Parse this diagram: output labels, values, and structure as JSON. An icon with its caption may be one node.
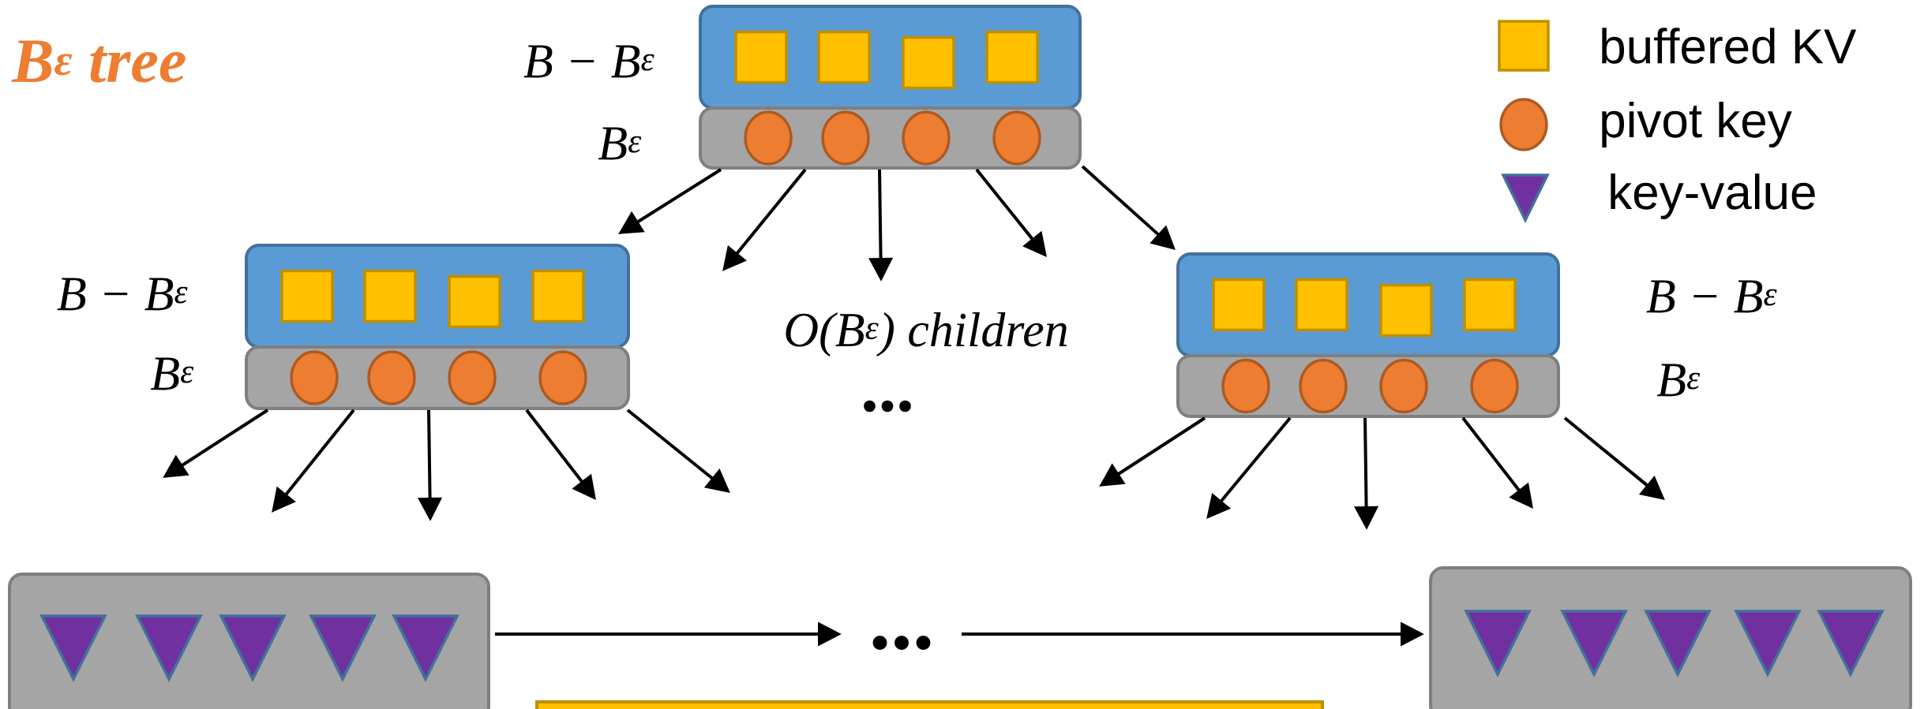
{
  "diagram": {
    "title": "B$^{ε}$ tree",
    "nodes": [
      {
        "text": [],
        "shape": "box",
        "beside": [
          "B − B$^{ε}$"
        ]
      },
      {
        "text": [],
        "shape": "box",
        "beside": [
          "B$^{ε}$"
        ]
      },
      {
        "text": [],
        "shape": "box",
        "beside": [
          "B − B$^{ε}$"
        ]
      },
      {
        "text": [],
        "shape": "box",
        "beside": [
          "B$^{ε}$"
        ]
      },
      {
        "text": [],
        "shape": "box",
        "beside": [
          "B − B$^{ε}$"
        ]
      },
      {
        "text": [],
        "shape": "box",
        "beside": [
          "B$^{ε}$"
        ]
      },
      {
        "text": [],
        "shape": "box"
      },
      {
        "text": [
          "..."
        ]
      },
      {
        "text": [],
        "shape": "box"
      },
      {
        "text": [],
        "shape": "bar"
      }
    ],
    "edges": [
      {
        "from": 1,
        "to": 2,
        "arrow": "to"
      },
      {
        "from": 1,
        "to": null,
        "arrow": "to"
      },
      {
        "from": 1,
        "to": null,
        "arrow": "to"
      },
      {
        "from": 1,
        "to": null,
        "arrow": "to"
      },
      {
        "from": 1,
        "to": 4,
        "arrow": "to"
      },
      {
        "from": 3,
        "to": null,
        "arrow": "to"
      },
      {
        "from": 3,
        "to": null,
        "arrow": "to"
      },
      {
        "from": 3,
        "to": null,
        "arrow": "to"
      },
      {
        "from": 3,
        "to": null,
        "arrow": "to"
      },
      {
        "from": 3,
        "to": null,
        "arrow": "to"
      },
      {
        "from": 5,
        "to": null,
        "arrow": "to"
      },
      {
        "from": 5,
        "to": null,
        "arrow": "to"
      },
      {
        "from": 5,
        "to": null,
        "arrow": "to"
      },
      {
        "from": 5,
        "to": null,
        "arrow": "to"
      },
      {
        "from": 5,
        "to": null,
        "arrow": "to"
      },
      {
        "from": 6,
        "to": 7,
        "arrow": "to"
      },
      {
        "from": 7,
        "to": 8,
        "arrow": "to"
      }
    ],
    "labels": [
      "O(B$^{ε}$) children",
      "..."
    ],
    "legend": [
      {
        "text": "buffered KV",
        "color": "#ffc000"
      },
      {
        "text": "pivot key",
        "color": "#ed7d31"
      },
      {
        "text": "key-value",
        "color": "#7030a0"
      }
    ]
  }
}
